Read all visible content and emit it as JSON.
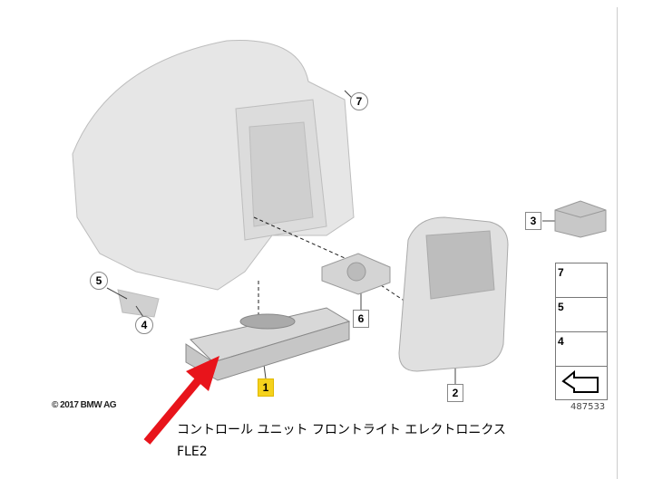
{
  "callouts": {
    "c1": "1",
    "c2": "2",
    "c3": "3",
    "c4": "4",
    "c5": "5",
    "c6": "6",
    "c7": "7"
  },
  "kit_items": [
    "7",
    "5",
    "4"
  ],
  "copyright": "© 2017 BMW AG",
  "diagram_number": "487533",
  "caption": {
    "line1": "コントロール ユニット フロントライト エレクトロニクス",
    "line2": "FLE2"
  },
  "colors": {
    "highlight": "#f5d21c",
    "arrow": "#e8141b",
    "part": "#d9d9d9"
  }
}
